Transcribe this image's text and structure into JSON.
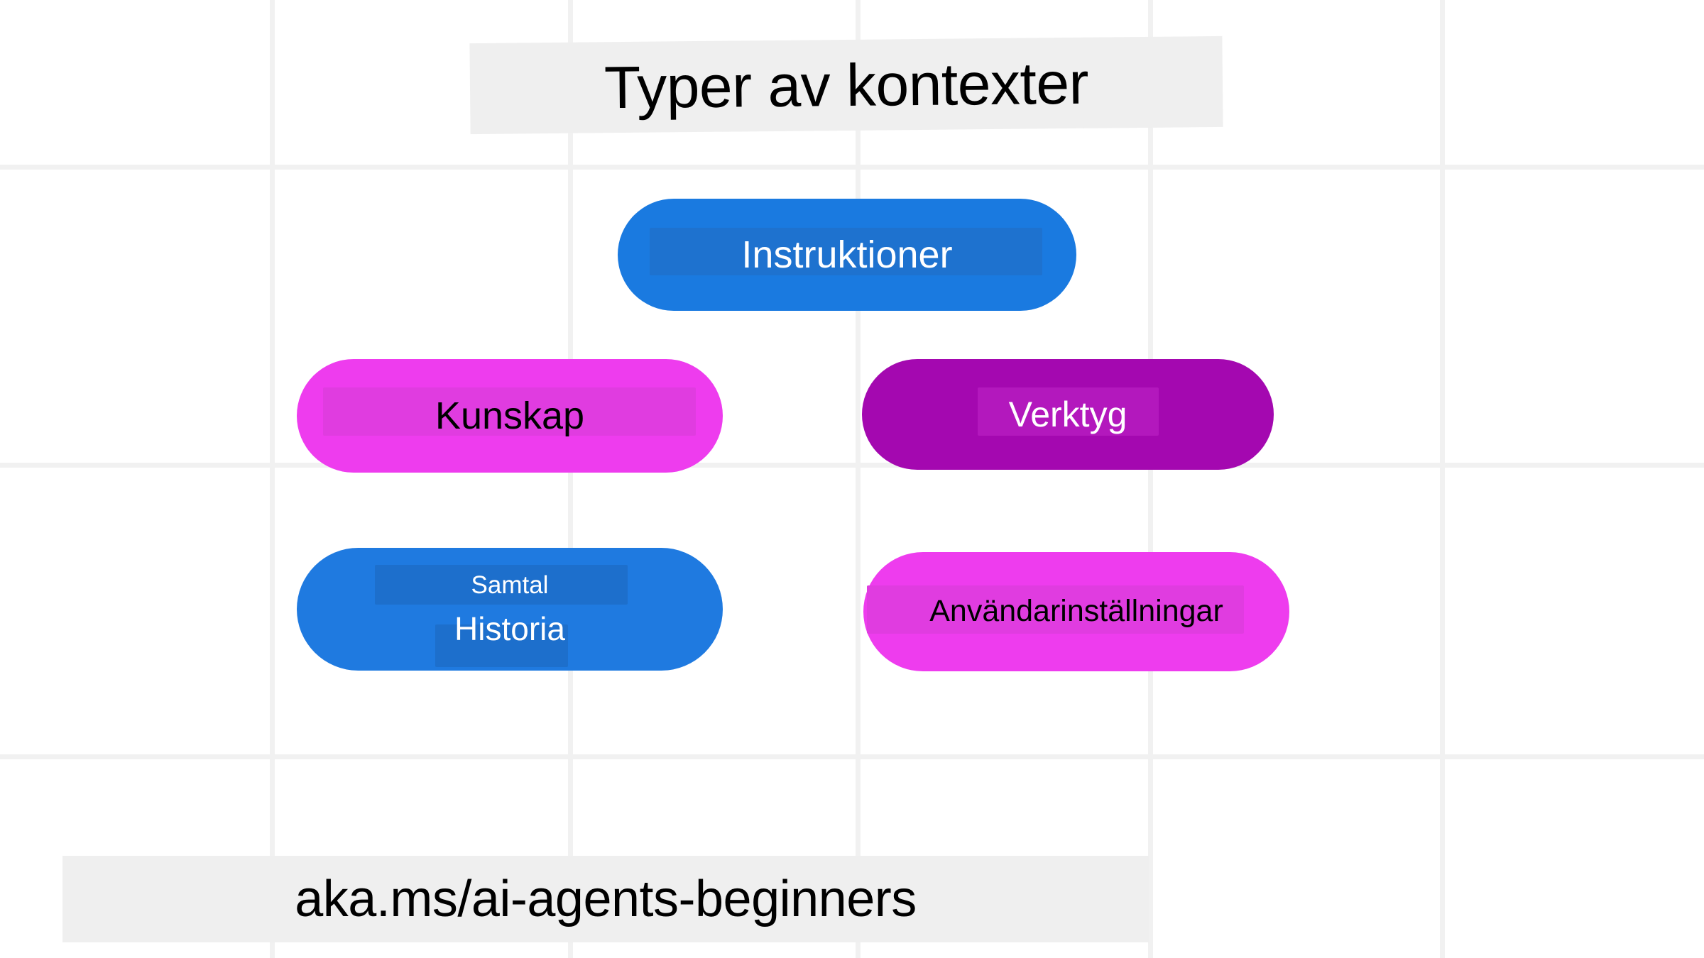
{
  "slide": {
    "title": "Typer av kontexter",
    "footer_url": "aka.ms/ai-agents-beginners",
    "background_color": "#ffffff",
    "band_color": "#efefef",
    "grid_line_color": "#f1f1f1"
  },
  "grid": {
    "vertical_x": [
      380,
      800,
      1205,
      1617,
      2028
    ],
    "horizontal_y": [
      232,
      652,
      1063
    ],
    "line_thickness": 7
  },
  "nodes": [
    {
      "id": "instruktioner",
      "label": "Instruktioner",
      "fill": "#1a7ae0",
      "highlight": "#1e72cf",
      "text_color": "#ffffff",
      "column": "center",
      "row": 1
    },
    {
      "id": "kunskap",
      "label": "Kunskap",
      "fill": "#ee3cee",
      "highlight": "#e03ce0",
      "text_color": "#000000",
      "column": "left",
      "row": 2
    },
    {
      "id": "verktyg",
      "label": "Verktyg",
      "fill": "#a408b0",
      "highlight": "#b318bd",
      "text_color": "#ffffff",
      "column": "right",
      "row": 2
    },
    {
      "id": "samtal-historia",
      "label_line1": "Samtal",
      "label_line2": "Historia",
      "fill": "#1f7ae0",
      "highlight": "#1d6fcc",
      "text_color": "#ffffff",
      "column": "left",
      "row": 3
    },
    {
      "id": "anvandarinstallningar",
      "label": "Användarinställningar",
      "fill": "#ee3cee",
      "highlight": "#e03ce0",
      "text_color": "#000000",
      "column": "right",
      "row": 3
    }
  ]
}
